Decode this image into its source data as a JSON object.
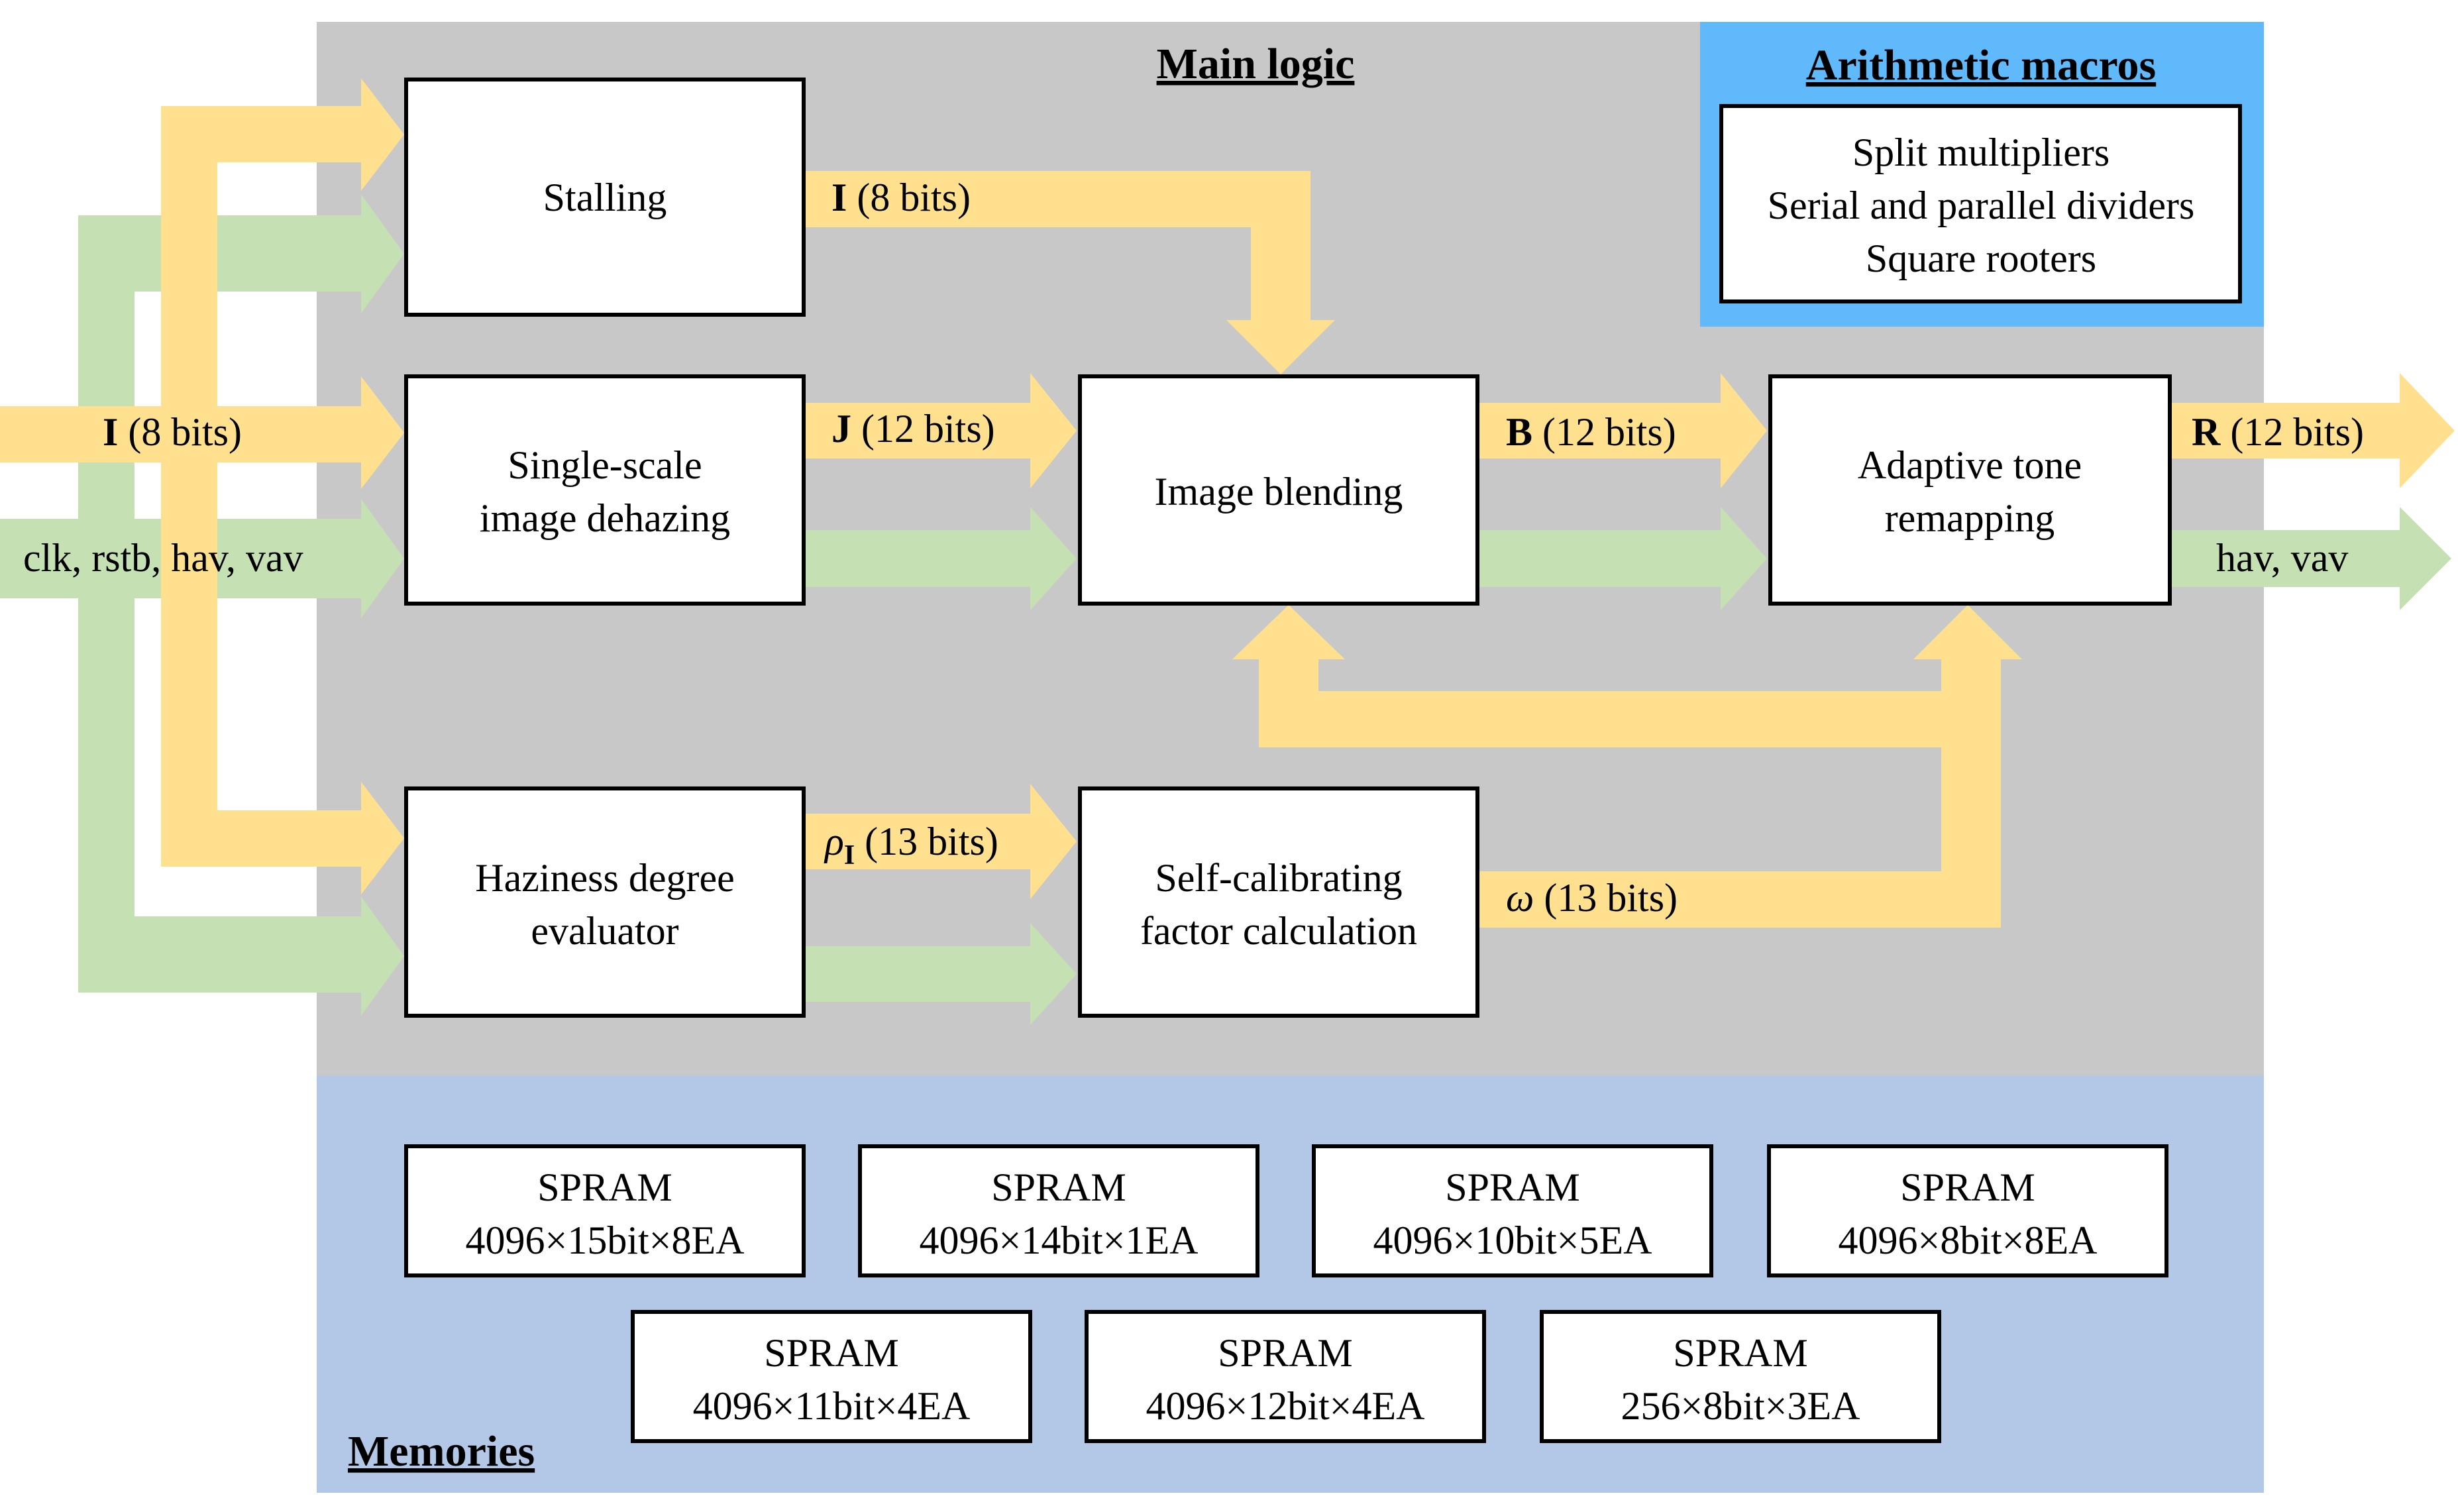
{
  "colors": {
    "main_logic_bg": "#c8c8c8",
    "arithmetic_bg": "#5fb9fb",
    "memories_bg": "#b3c7e6",
    "data_arrow": "#ffe08f",
    "control_arrow": "#c5e0b3",
    "box_fill": "#ffffff",
    "box_stroke": "#000000"
  },
  "regions": {
    "main_logic": "Main logic",
    "arithmetic_macros": "Arithmetic macros",
    "memories": "Memories"
  },
  "arithmetic_box": {
    "lines": [
      "Split multipliers",
      "Serial and parallel dividers",
      "Square rooters"
    ]
  },
  "blocks": {
    "stalling": [
      "Stalling"
    ],
    "dehazing": [
      "Single-scale",
      "image dehazing"
    ],
    "blending": [
      "Image blending"
    ],
    "tone": [
      "Adaptive tone",
      "remapping"
    ],
    "haziness": [
      "Haziness degree",
      "evaluator"
    ],
    "selfcal": [
      "Self-calibrating",
      "factor calculation"
    ]
  },
  "signals": {
    "input_I": {
      "sym": "I",
      "rest": " (8 bits)"
    },
    "input_ctrl": "clk, rstb, hav, vav",
    "stall_I": {
      "sym": "I",
      "rest": " (8 bits)"
    },
    "J": {
      "sym": "J",
      "rest": " (12 bits)"
    },
    "B": {
      "sym": "B",
      "rest": " (12 bits)"
    },
    "R": {
      "sym": "R",
      "rest": " (12 bits)"
    },
    "output_ctrl": "hav, vav",
    "rho": {
      "sym": "ρ",
      "sub": "I",
      "rest": " (13 bits)"
    },
    "omega": {
      "sym": "ω",
      "rest": " (13 bits)"
    }
  },
  "memories": [
    {
      "name": "SPRAM",
      "spec": "4096×15bit×8EA"
    },
    {
      "name": "SPRAM",
      "spec": "4096×14bit×1EA"
    },
    {
      "name": "SPRAM",
      "spec": "4096×10bit×5EA"
    },
    {
      "name": "SPRAM",
      "spec": "4096×8bit×8EA"
    },
    {
      "name": "SPRAM",
      "spec": "4096×11bit×4EA"
    },
    {
      "name": "SPRAM",
      "spec": "4096×12bit×4EA"
    },
    {
      "name": "SPRAM",
      "spec": "256×8bit×3EA"
    }
  ]
}
